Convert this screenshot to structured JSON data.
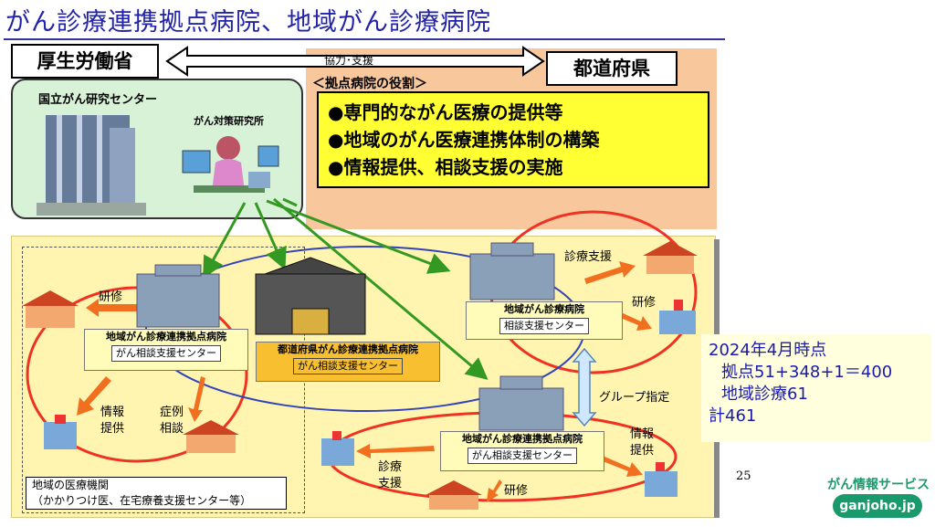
{
  "title": "がん診療連携拠点病院、地域がん診療病院",
  "mhlw": "厚生労働省",
  "prefecture": "都道府県",
  "cooperation_label": "協力･支援",
  "roles_heading": "＜拠点病院の役割＞",
  "roles": [
    "●専門的ながん医療の提供等",
    "●地域のがん医療連携体制の構築",
    "●情報提供、相談支援の実施"
  ],
  "ncc": {
    "name": "国立がん研究センター",
    "center": "がん対策研究所"
  },
  "hospitals": {
    "left": {
      "name": "地域がん診療連携拠点病院",
      "center": "がん相談支援センター"
    },
    "pref": {
      "name": "都道府県がん診療連携拠点病院",
      "center": "がん相談支援センター"
    },
    "top_right": {
      "name": "地域がん診療病院",
      "center": "相談支援センター"
    },
    "bottom_right": {
      "name": "地域がん診療連携拠点病院",
      "center": "がん相談支援センター"
    }
  },
  "flow_labels": {
    "training_left": "研修",
    "info_line1": "情報",
    "info_line2": "提供",
    "case_line1": "症例",
    "case_line2": "相談",
    "care_support_top": "診療支援",
    "training_top_right": "研修",
    "group": "グループ指定",
    "care_line1": "診療",
    "care_line2": "支援",
    "training_bottom": "研修",
    "info_right_line1": "情報",
    "info_right_line2": "提供"
  },
  "local_inst": {
    "line1": "地域の医療機関",
    "line2": "（かかりつけ医、在宅療養支援センター等）"
  },
  "stats": {
    "line1": "2024年4月時点",
    "line2": "拠点51+348+1＝400",
    "line3": "地域診療61",
    "line4": "計461"
  },
  "page_number": "25",
  "brand": {
    "name": "がん情報サービス",
    "url": "ganjoho.jp",
    "color": "#1a9a6a"
  },
  "colors": {
    "peach": "#f9c79c",
    "yellow_bg": "#fff5b0",
    "role_yellow": "#ffff33",
    "green_arrow": "#339922",
    "orange_arrow": "#f07020",
    "red_ring": "#ee3322",
    "blue_ring": "#3344bb"
  }
}
